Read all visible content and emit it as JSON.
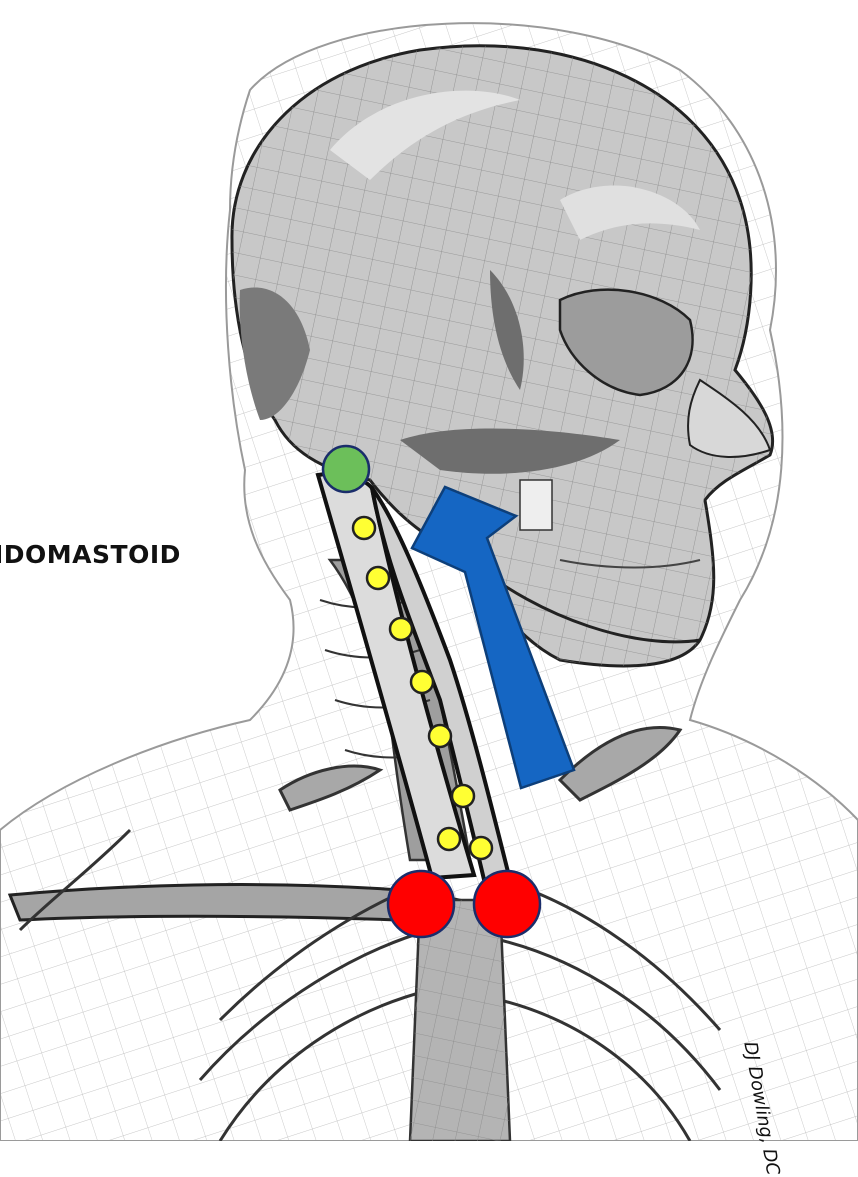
{
  "labels": {
    "muscle_name": "IDOMASTOID",
    "credit": "DJ Dowling, DC"
  },
  "diagram": {
    "subject": "skull-neck-thorax-wireframe",
    "markers": {
      "origin_color": "#6cbf5a",
      "attachment_color": "#ff0000",
      "path_dot_color": "#ffff33",
      "arrow_color": "#1566c3"
    }
  }
}
